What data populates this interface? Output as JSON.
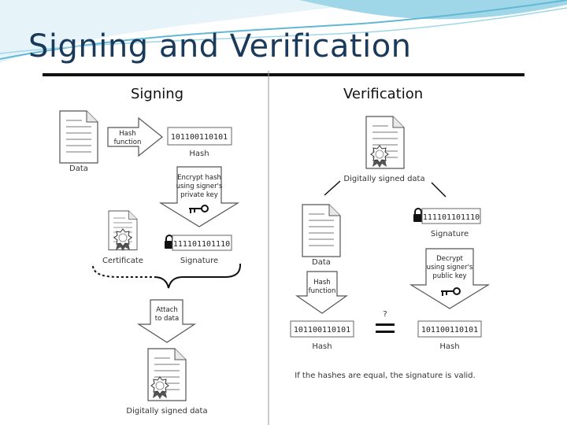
{
  "title": "Signing and Verification",
  "colors": {
    "title": "#1a3a5c",
    "accent_wave": "#62b8d4",
    "rule": "#111111",
    "box_border": "#666666"
  },
  "signing": {
    "heading": "Signing",
    "data_label": "Data",
    "hash_function": [
      "Hash",
      "function"
    ],
    "hash_value": "101100110101",
    "hash_label": "Hash",
    "encrypt": [
      "Encrypt hash",
      "using signer's",
      "private key"
    ],
    "key_icon": "key-icon",
    "certificate_label": "Certificate",
    "certificate_icon": "certificate-seal-icon",
    "lock_icon": "lock-icon",
    "signature_value": "111101101110",
    "signature_label": "Signature",
    "attach": [
      "Attach",
      "to data"
    ],
    "signed_data_label": "Digitally signed data"
  },
  "verification": {
    "heading": "Verification",
    "signed_data_label": "Digitally signed data",
    "data_label": "Data",
    "signature_value": "111101101110",
    "signature_label": "Signature",
    "hash_function": [
      "Hash",
      "function"
    ],
    "decrypt": [
      "Decrypt",
      "using signer's",
      "public key"
    ],
    "question": "?",
    "hash_left_value": "101100110101",
    "hash_left_label": "Hash",
    "hash_right_value": "101100110101",
    "hash_right_label": "Hash",
    "footnote": "If the hashes are equal, the signature is valid."
  }
}
